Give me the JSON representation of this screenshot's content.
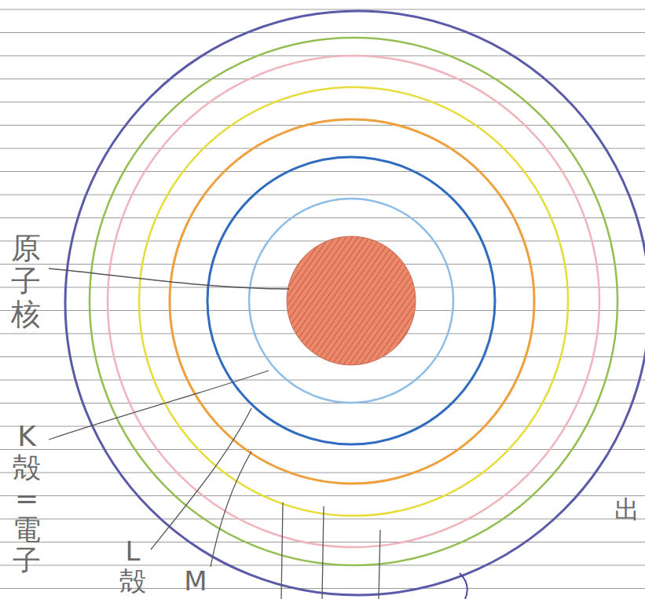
{
  "diagram": {
    "labels": [
      "原子核",
      "K殻=電子",
      "L殻",
      "M",
      "出"
    ]
  }
}
